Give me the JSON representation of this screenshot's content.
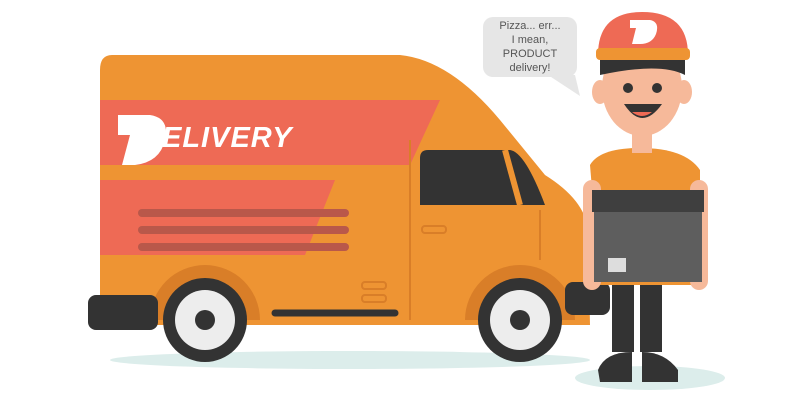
{
  "speech_bubble": {
    "lines": [
      "Pizza... err...",
      "I mean, PRODUCT",
      "delivery!"
    ]
  },
  "van": {
    "brand_text": "ELIVERY",
    "logo_letter": "D"
  },
  "cap": {
    "logo_letter": "D"
  },
  "colors": {
    "orange": "#EE9433",
    "red": "#EE6A55",
    "dark": "#333333",
    "shadow": "#DCEDEB"
  }
}
